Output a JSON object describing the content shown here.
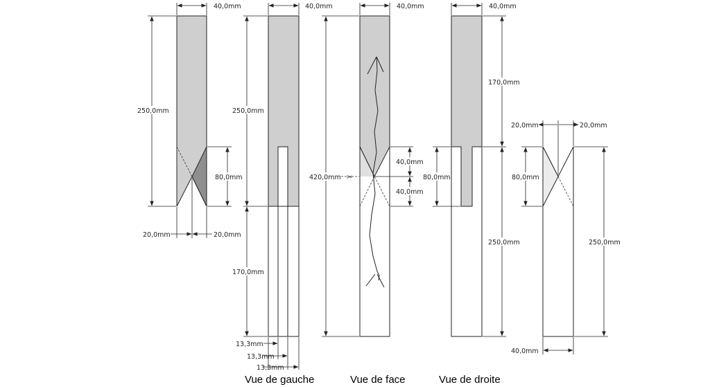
{
  "views": [
    {
      "id": "piece-gauche",
      "dims": {
        "width_top": "40,0mm",
        "height_total": "250,0mm",
        "joint": "80,0mm",
        "bevel_left": "20,0mm",
        "bevel_right": "20,0mm"
      }
    },
    {
      "id": "vue-gauche",
      "title": "Vue de gauche",
      "dims": {
        "width_top": "40,0mm",
        "height_top": "250,0mm",
        "height_bottom": "170,0mm",
        "third_1": "13,3mm",
        "third_2": "13,3mm",
        "third_3": "13,3mm"
      }
    },
    {
      "id": "vue-face",
      "title": "Vue de face",
      "dims": {
        "width_top": "40,0mm",
        "height_total": "420,0mm",
        "upper_half": "40,0mm",
        "lower_half": "40,0mm"
      }
    },
    {
      "id": "vue-droite",
      "title": "Vue de droite",
      "dims": {
        "width_top": "40,0mm",
        "height_upper": "170,0mm",
        "joint": "80,0mm",
        "height_lower": "250,0mm"
      }
    },
    {
      "id": "piece-droite",
      "dims": {
        "bevel_left": "20,0mm",
        "bevel_right": "20,0mm",
        "joint": "80,0mm",
        "height_total": "250,0mm",
        "width_bottom": "40,0mm"
      }
    }
  ],
  "colors": {
    "fill_light": "#cfcfcf",
    "fill_dark": "#8f8f8f",
    "fill_pale": "#ececec",
    "stroke": "#222222"
  }
}
